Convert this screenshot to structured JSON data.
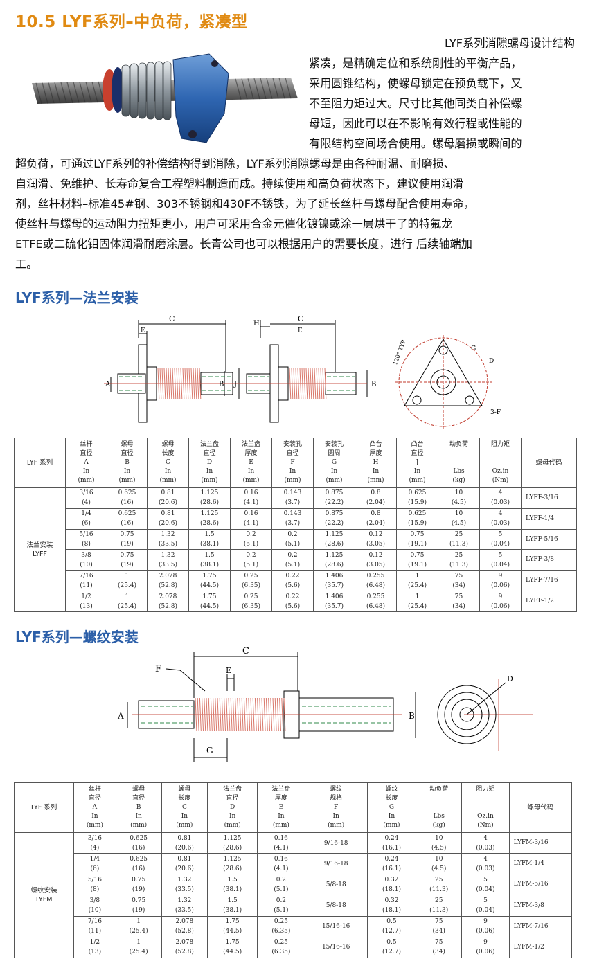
{
  "header": {
    "title": "10.5 LYF系列–中负荷，紧凑型"
  },
  "intro": {
    "right_lines": [
      "LYF系列消隙螺母设计结构",
      "紧凑，是精确定位和系统刚性的平衡产品，",
      "采用圆锥结构，使螺母锁定在预负载下，又",
      "不至阻力矩过大。尺寸比其他同类自补偿螺",
      "母短，因此可以在不影响有效行程或性能的",
      "有限结构空间场合使用。螺母磨损或瞬间的"
    ],
    "full_lines": [
      "超负荷，可通过LYF系列的补偿结构得到消除，LYF系列消隙螺母是由各种耐温、耐磨损、",
      "自润滑、免维护、长寿命复合工程塑料制造而成。持续使用和高负荷状态下，建议使用润滑",
      "剂，丝杆材料–标准45#钢、303不锈钢和430F不锈铁，为了延长丝杆与螺母配合使用寿命，",
      "使丝杆与螺母的运动阻力扭矩更小，用户可采用合金元催化镀镍或涂一层烘干了的特氟龙",
      "ETFE或二硫化钼固体润滑耐磨涂层。长青公司也可以根据用户的需要长度，进行 后续轴端加",
      "工。"
    ]
  },
  "flange": {
    "section_title": "LYF系列—法兰安装",
    "diagram_labels": {
      "c": "C",
      "e": "E",
      "a": "A",
      "b": "B",
      "h": "H",
      "j": "J",
      "g": "G",
      "d": "D",
      "f": "3-F",
      "angle": "120° TYP"
    },
    "table": {
      "series_label": "LYF 系列",
      "group_label": [
        "法兰安装",
        "LYFF"
      ],
      "code_header": "螺母代码",
      "headers": [
        {
          "name": [
            "丝杆",
            "直径"
          ],
          "sym": "A",
          "unit": "In",
          "mm": "(mm)"
        },
        {
          "name": [
            "螺母",
            "直径"
          ],
          "sym": "B",
          "unit": "In",
          "mm": "(mm)"
        },
        {
          "name": [
            "螺母",
            "长度"
          ],
          "sym": "C",
          "unit": "In",
          "mm": "(mm)"
        },
        {
          "name": [
            "法兰盘",
            "直径"
          ],
          "sym": "D",
          "unit": "In",
          "mm": "(mm)"
        },
        {
          "name": [
            "法兰盘",
            "厚度"
          ],
          "sym": "E",
          "unit": "In",
          "mm": "(mm)"
        },
        {
          "name": [
            "安装孔",
            "直径"
          ],
          "sym": "F",
          "unit": "In",
          "mm": "(mm)"
        },
        {
          "name": [
            "安装孔",
            "圆周"
          ],
          "sym": "G",
          "unit": "In",
          "mm": "(mm)"
        },
        {
          "name": [
            "凸台",
            "厚度"
          ],
          "sym": "H",
          "unit": "In",
          "mm": "(mm)"
        },
        {
          "name": [
            "凸台",
            "直径"
          ],
          "sym": "J",
          "unit": "In",
          "mm": "(mm)"
        },
        {
          "name": [
            "动负荷",
            ""
          ],
          "sym": "",
          "unit": "Lbs",
          "mm": "(kg)"
        },
        {
          "name": [
            "阻力矩",
            ""
          ],
          "sym": "",
          "unit": "Oz.in",
          "mm": "(Nm)"
        }
      ],
      "rows": [
        {
          "cells": [
            [
              "3/16",
              "(4)"
            ],
            [
              "0.625",
              "(16)"
            ],
            [
              "0.81",
              "(20.6)"
            ],
            [
              "1.125",
              "(28.6)"
            ],
            [
              "0.16",
              "(4.1)"
            ],
            [
              "0.143",
              "(3.7)"
            ],
            [
              "0.875",
              "(22.2)"
            ],
            [
              "0.8",
              "(2.04)"
            ],
            [
              "0.625",
              "(15.9)"
            ],
            [
              "10",
              "(4.5)"
            ],
            [
              "4",
              "(0.03)"
            ]
          ],
          "code": "LYFF-3/16"
        },
        {
          "cells": [
            [
              "1/4",
              "(6)"
            ],
            [
              "0.625",
              "(16)"
            ],
            [
              "0.81",
              "(20.6)"
            ],
            [
              "1.125",
              "(28.6)"
            ],
            [
              "0.16",
              "(4.1)"
            ],
            [
              "0.143",
              "(3.7)"
            ],
            [
              "0.875",
              "(22.2)"
            ],
            [
              "0.8",
              "(2.04)"
            ],
            [
              "0.625",
              "(15.9)"
            ],
            [
              "10",
              "(4.5)"
            ],
            [
              "4",
              "(0.03)"
            ]
          ],
          "code": "LYFF-1/4"
        },
        {
          "cells": [
            [
              "5/16",
              "(8)"
            ],
            [
              "0.75",
              "(19)"
            ],
            [
              "1.32",
              "(33.5)"
            ],
            [
              "1.5",
              "(38.1)"
            ],
            [
              "0.2",
              "(5.1)"
            ],
            [
              "0.2",
              "(5.1)"
            ],
            [
              "1.125",
              "(28.6)"
            ],
            [
              "0.12",
              "(3.05)"
            ],
            [
              "0.75",
              "(19.1)"
            ],
            [
              "25",
              "(11.3)"
            ],
            [
              "5",
              "(0.04)"
            ]
          ],
          "code": "LYFF-5/16"
        },
        {
          "cells": [
            [
              "3/8",
              "(10)"
            ],
            [
              "0.75",
              "(19)"
            ],
            [
              "1.32",
              "(33.5)"
            ],
            [
              "1.5",
              "(38.1)"
            ],
            [
              "0.2",
              "(5.1)"
            ],
            [
              "0.2",
              "(5.1)"
            ],
            [
              "1.125",
              "(28.6)"
            ],
            [
              "0.12",
              "(3.05)"
            ],
            [
              "0.75",
              "(19.1)"
            ],
            [
              "25",
              "(11.3)"
            ],
            [
              "5",
              "(0.04)"
            ]
          ],
          "code": "LYFF-3/8"
        },
        {
          "cells": [
            [
              "7/16",
              "(11)"
            ],
            [
              "1",
              "(25.4)"
            ],
            [
              "2.078",
              "(52.8)"
            ],
            [
              "1.75",
              "(44.5)"
            ],
            [
              "0.25",
              "(6.35)"
            ],
            [
              "0.22",
              "(5.6)"
            ],
            [
              "1.406",
              "(35.7)"
            ],
            [
              "0.255",
              "(6.48)"
            ],
            [
              "1",
              "(25.4)"
            ],
            [
              "75",
              "(34)"
            ],
            [
              "9",
              "(0.06)"
            ]
          ],
          "code": "LYFF-7/16"
        },
        {
          "cells": [
            [
              "1/2",
              "(13)"
            ],
            [
              "1",
              "(25.4)"
            ],
            [
              "2.078",
              "(52.8)"
            ],
            [
              "1.75",
              "(44.5)"
            ],
            [
              "0.25",
              "(6.35)"
            ],
            [
              "0.22",
              "(5.6)"
            ],
            [
              "1.406",
              "(35.7)"
            ],
            [
              "0.255",
              "(6.48)"
            ],
            [
              "1",
              "(25.4)"
            ],
            [
              "75",
              "(34)"
            ],
            [
              "9",
              "(0.06)"
            ]
          ],
          "code": "LYFF-1/2"
        }
      ]
    }
  },
  "thread": {
    "section_title": "LYF系列—螺纹安装",
    "diagram_labels": {
      "c": "C",
      "e": "E",
      "f": "F",
      "a": "A",
      "b": "B",
      "g": "G",
      "d": "D"
    },
    "table": {
      "series_label": "LYF 系列",
      "group_label": [
        "螺纹安装",
        "LYFM"
      ],
      "code_header": "螺母代码",
      "headers": [
        {
          "name": [
            "丝杆",
            "直径"
          ],
          "sym": "A",
          "unit": "In",
          "mm": "(mm)"
        },
        {
          "name": [
            "螺母",
            "直径"
          ],
          "sym": "B",
          "unit": "In",
          "mm": "(mm)"
        },
        {
          "name": [
            "螺母",
            "长度"
          ],
          "sym": "C",
          "unit": "In",
          "mm": "(mm)"
        },
        {
          "name": [
            "法兰盘",
            "直径"
          ],
          "sym": "D",
          "unit": "In",
          "mm": "(mm)"
        },
        {
          "name": [
            "法兰盘",
            "厚度"
          ],
          "sym": "E",
          "unit": "In",
          "mm": "(mm)"
        },
        {
          "name": [
            "螺纹",
            "规格"
          ],
          "sym": "F",
          "unit": "In",
          "mm": "(mm)"
        },
        {
          "name": [
            "螺纹",
            "长度"
          ],
          "sym": "G",
          "unit": "In",
          "mm": "(mm)"
        },
        {
          "name": [
            "动负荷",
            ""
          ],
          "sym": "",
          "unit": "Lbs",
          "mm": "(kg)"
        },
        {
          "name": [
            "阻力矩",
            ""
          ],
          "sym": "",
          "unit": "Oz.in",
          "mm": "(Nm)"
        }
      ],
      "rows": [
        {
          "cells": [
            [
              "3/16",
              "(4)"
            ],
            [
              "0.625",
              "(16)"
            ],
            [
              "0.81",
              "(20.6)"
            ],
            [
              "1.125",
              "(28.6)"
            ],
            [
              "0.16",
              "(4.1)"
            ],
            [
              "9/16-18",
              ""
            ],
            [
              "0.24",
              "(16.1)"
            ],
            [
              "10",
              "(4.5)"
            ],
            [
              "4",
              "(0.03)"
            ]
          ],
          "code": "LYFM-3/16"
        },
        {
          "cells": [
            [
              "1/4",
              "(6)"
            ],
            [
              "0.625",
              "(16)"
            ],
            [
              "0.81",
              "(20.6)"
            ],
            [
              "1.125",
              "(28.6)"
            ],
            [
              "0.16",
              "(4.1)"
            ],
            [
              "9/16-18",
              ""
            ],
            [
              "0.24",
              "(16.1)"
            ],
            [
              "10",
              "(4.5)"
            ],
            [
              "4",
              "(0.03)"
            ]
          ],
          "code": "LYFM-1/4"
        },
        {
          "cells": [
            [
              "5/16",
              "(8)"
            ],
            [
              "0.75",
              "(19)"
            ],
            [
              "1.32",
              "(33.5)"
            ],
            [
              "1.5",
              "(38.1)"
            ],
            [
              "0.2",
              "(5.1)"
            ],
            [
              "5/8-18",
              ""
            ],
            [
              "0.32",
              "(18.1)"
            ],
            [
              "25",
              "(11.3)"
            ],
            [
              "5",
              "(0.04)"
            ]
          ],
          "code": "LYFM-5/16"
        },
        {
          "cells": [
            [
              "3/8",
              "(10)"
            ],
            [
              "0.75",
              "(19)"
            ],
            [
              "1.32",
              "(33.5)"
            ],
            [
              "1.5",
              "(38.1)"
            ],
            [
              "0.2",
              "(5.1)"
            ],
            [
              "5/8-18",
              ""
            ],
            [
              "0.32",
              "(18.1)"
            ],
            [
              "25",
              "(11.3)"
            ],
            [
              "5",
              "(0.04)"
            ]
          ],
          "code": "LYFM-3/8"
        },
        {
          "cells": [
            [
              "7/16",
              "(11)"
            ],
            [
              "1",
              "(25.4)"
            ],
            [
              "2.078",
              "(52.8)"
            ],
            [
              "1.75",
              "(44.5)"
            ],
            [
              "0.25",
              "(6.35)"
            ],
            [
              "15/16-16",
              ""
            ],
            [
              "0.5",
              "(12.7)"
            ],
            [
              "75",
              "(34)"
            ],
            [
              "9",
              "(0.06)"
            ]
          ],
          "code": "LYFM-7/16"
        },
        {
          "cells": [
            [
              "1/2",
              "(13)"
            ],
            [
              "1",
              "(25.4)"
            ],
            [
              "2.078",
              "(52.8)"
            ],
            [
              "1.75",
              "(44.5)"
            ],
            [
              "0.25",
              "(6.35)"
            ],
            [
              "15/16-16",
              ""
            ],
            [
              "0.5",
              "(12.7)"
            ],
            [
              "75",
              "(34)"
            ],
            [
              "9",
              "(0.06)"
            ]
          ],
          "code": "LYFM-1/2"
        }
      ]
    }
  }
}
